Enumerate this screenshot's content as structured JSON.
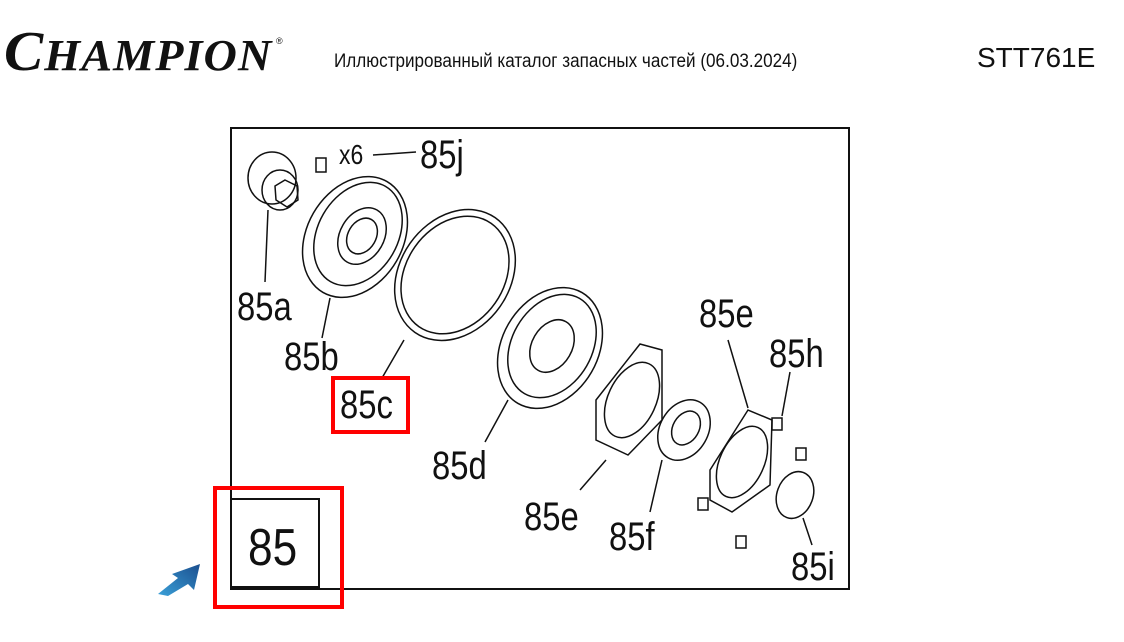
{
  "header": {
    "brand": "CHAMPION",
    "brand_first": "C",
    "brand_rest": "HAMPION",
    "registered": "®",
    "title": "Иллюстрированный каталог запасных частей (06.03.2024)",
    "model": "STT761E"
  },
  "diagram": {
    "reference_number": "85",
    "quantity_note": "x6",
    "labels": {
      "a": "85a",
      "b": "85b",
      "c": "85c",
      "d": "85d",
      "e1": "85e",
      "e2": "85e",
      "f": "85f",
      "h": "85h",
      "i": "85i",
      "j": "85j"
    },
    "highlighted": [
      "85c",
      "85"
    ]
  },
  "colors": {
    "highlight": "#ff0000",
    "arrow": "#2a7fc0"
  }
}
